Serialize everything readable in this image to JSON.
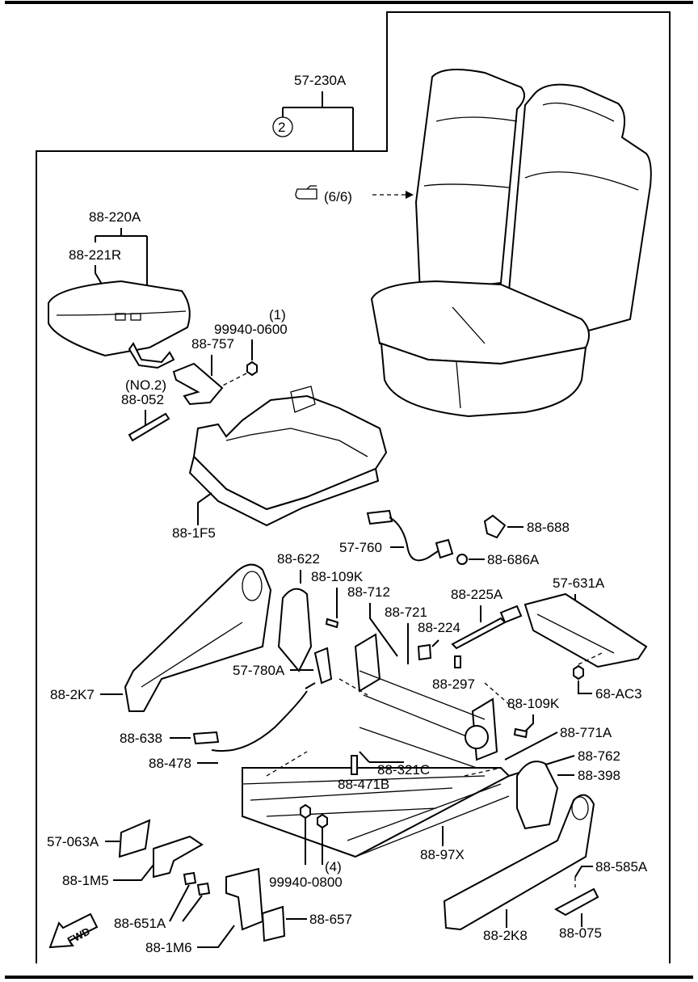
{
  "labels": {
    "p57_230A": "57-230A",
    "circle_2": "2",
    "ref_6_6": "(6/6)",
    "p88_220A": "88-220A",
    "p88_221R": "88-221R",
    "qty_1": "(1)",
    "p99940_0600": "99940-0600",
    "p88_757": "88-757",
    "no2": "(NO.2)",
    "p88_052": "88-052",
    "p88_1F5": "88-1F5",
    "p88_688": "88-688",
    "p57_760": "57-760",
    "p88_686A": "88-686A",
    "p88_622": "88-622",
    "p88_109K_a": "88-109K",
    "p88_712": "88-712",
    "p88_721": "88-721",
    "p88_225A": "88-225A",
    "p57_631A": "57-631A",
    "p88_224": "88-224",
    "p57_780A": "57-780A",
    "p88_297": "88-297",
    "p88_2K7": "88-2K7",
    "p68_AC3": "68-AC3",
    "p88_109K_b": "88-109K",
    "p88_638": "88-638",
    "p88_771A": "88-771A",
    "p88_478": "88-478",
    "p88_321C": "88-321C",
    "p88_762": "88-762",
    "p88_471B": "88-471B",
    "p88_398": "88-398",
    "p57_063A": "57-063A",
    "qty_4": "(4)",
    "p88_97X": "88-97X",
    "p88_1M5": "88-1M5",
    "p99940_0800": "99940-0800",
    "p88_585A": "88-585A",
    "p88_651A": "88-651A",
    "p88_657": "88-657",
    "p88_2K8": "88-2K8",
    "p88_075": "88-075",
    "p88_1M6": "88-1M6",
    "fwd": "FWD"
  },
  "icons": {
    "reference": "pointing-hand-icon",
    "direction": "forward-arrow-icon"
  }
}
